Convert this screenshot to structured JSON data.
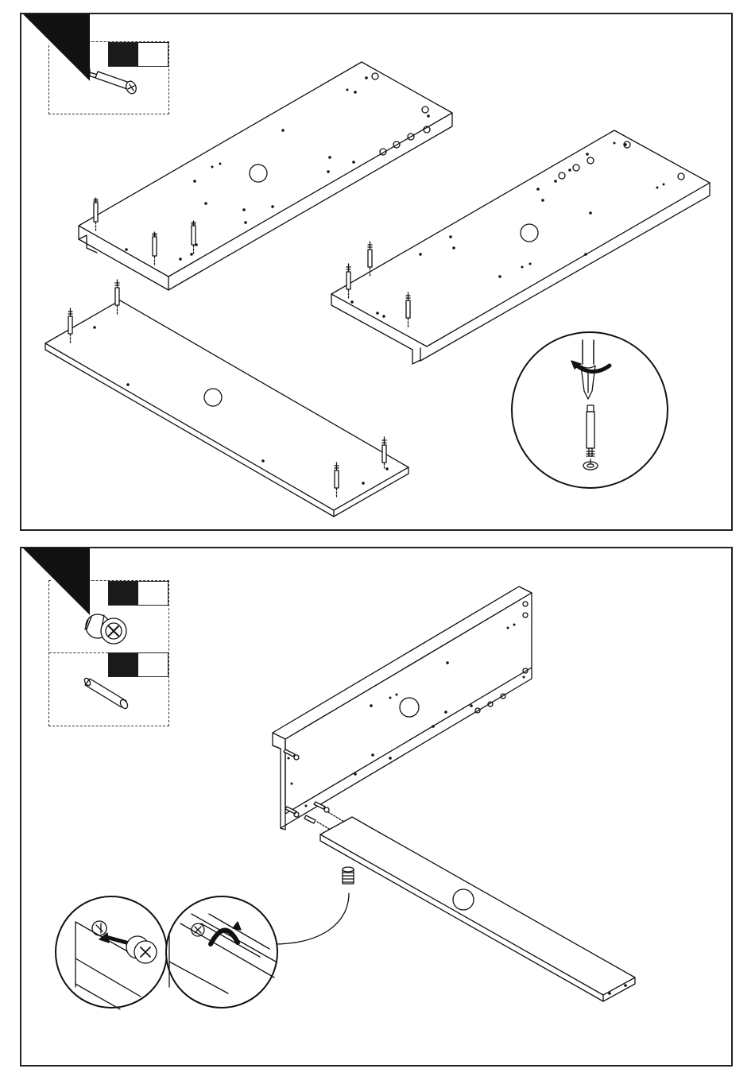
{
  "steps": [
    {
      "legend": [
        {
          "part": "cam-bolt-screw-icon",
          "quantity": ""
        }
      ],
      "panels": [
        "top-board",
        "bottom-board",
        "side-board"
      ],
      "detail": "screwdriver-turn-bolt-detail"
    },
    {
      "legend": [
        {
          "part": "cam-lock-nut-icon",
          "quantity": ""
        },
        {
          "part": "wood-dowel-icon",
          "quantity": ""
        }
      ],
      "panels": [
        "upright-side-panel",
        "shelf-board"
      ],
      "detail": "insert-and-turn-cam-lock-detail"
    }
  ]
}
